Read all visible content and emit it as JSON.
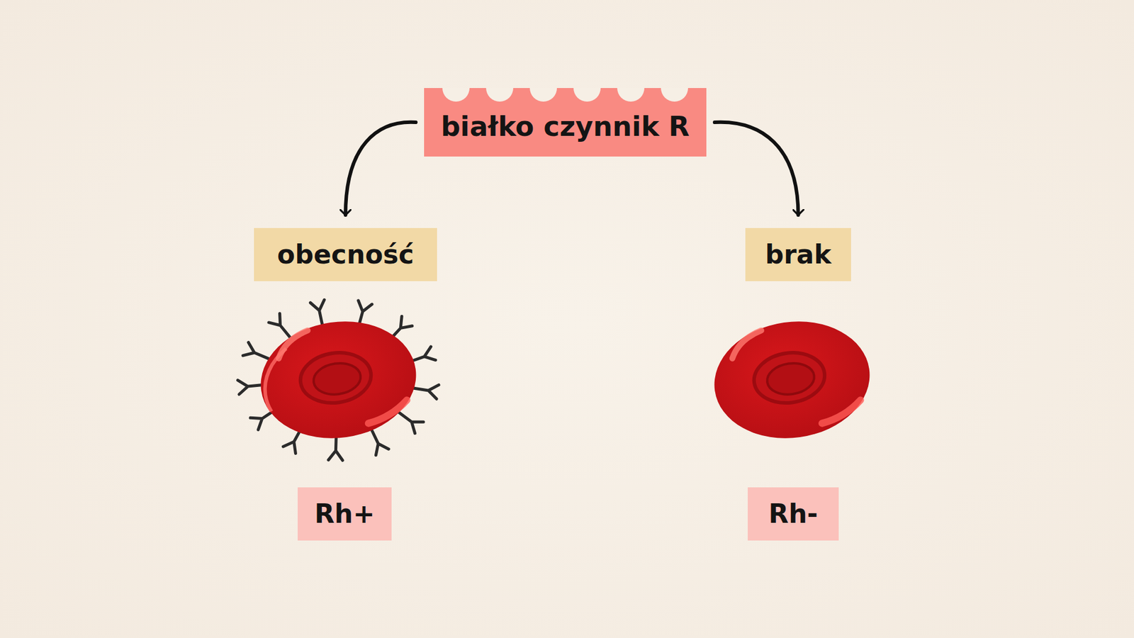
{
  "diagram": {
    "nodes": [
      {
        "text": [
          "białko czynnik R"
        ]
      },
      {
        "text": [
          "obecność"
        ]
      },
      {
        "text": [
          "brak"
        ]
      },
      {
        "text": [
          "Rh+"
        ]
      },
      {
        "text": [
          "Rh-"
        ]
      }
    ],
    "edges": [
      {
        "from": 0,
        "to": 1,
        "arrow": "to"
      },
      {
        "from": 0,
        "to": 2,
        "arrow": "to"
      }
    ]
  }
}
